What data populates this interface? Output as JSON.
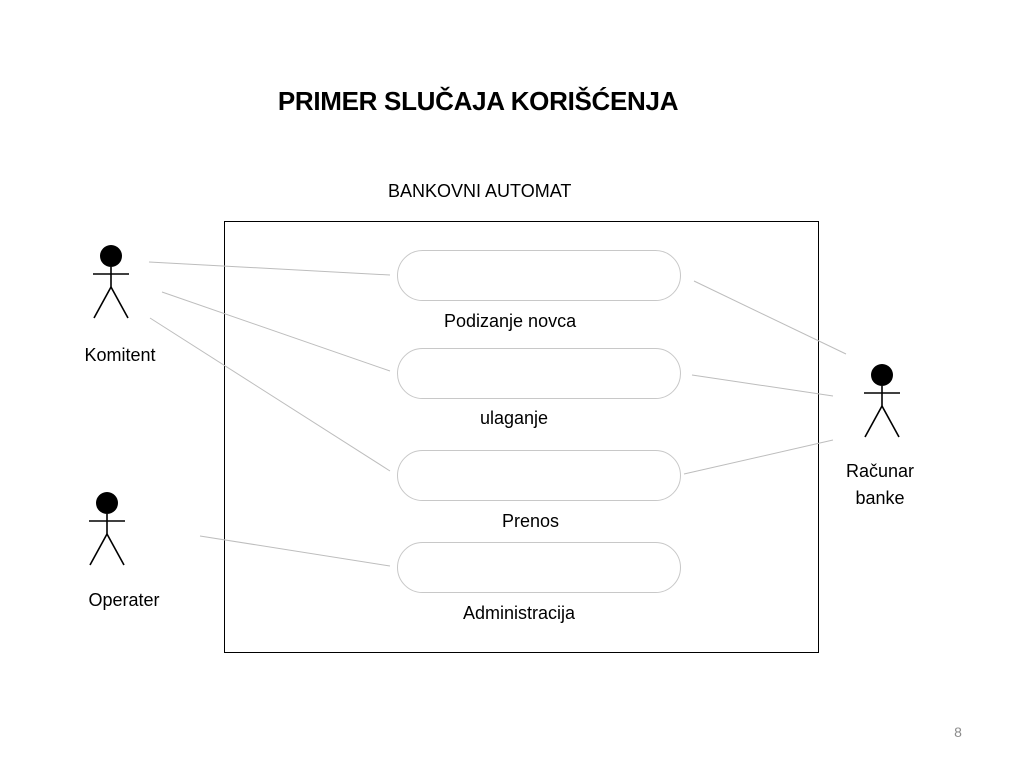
{
  "title": "PRIMER SLUČAJA KORIŠĆENJA",
  "system": {
    "name": "BANKOVNI AUTOMAT"
  },
  "use_cases": [
    {
      "label": "Podizanje novca"
    },
    {
      "label": "ulaganje"
    },
    {
      "label": "Prenos"
    },
    {
      "label": "Administracija"
    }
  ],
  "actors": [
    {
      "label": "Komitent"
    },
    {
      "label": "Operater"
    },
    {
      "label": "Računar\nbanke"
    }
  ],
  "associations": [
    {
      "actor": "Komitent",
      "use_case": "Podizanje novca"
    },
    {
      "actor": "Komitent",
      "use_case": "ulaganje"
    },
    {
      "actor": "Komitent",
      "use_case": "Prenos"
    },
    {
      "actor": "Operater",
      "use_case": "Administracija"
    },
    {
      "actor": "Računar\nbanke",
      "use_case": "Podizanje novca"
    },
    {
      "actor": "Računar\nbanke",
      "use_case": "ulaganje"
    },
    {
      "actor": "Računar\nbanke",
      "use_case": "Prenos"
    }
  ],
  "page_number": "8",
  "colors": {
    "ink": "#000000",
    "use_case_border": "#c8c8c8",
    "association_line": "#bdbdbd",
    "page_number": "#8c8c8c"
  }
}
